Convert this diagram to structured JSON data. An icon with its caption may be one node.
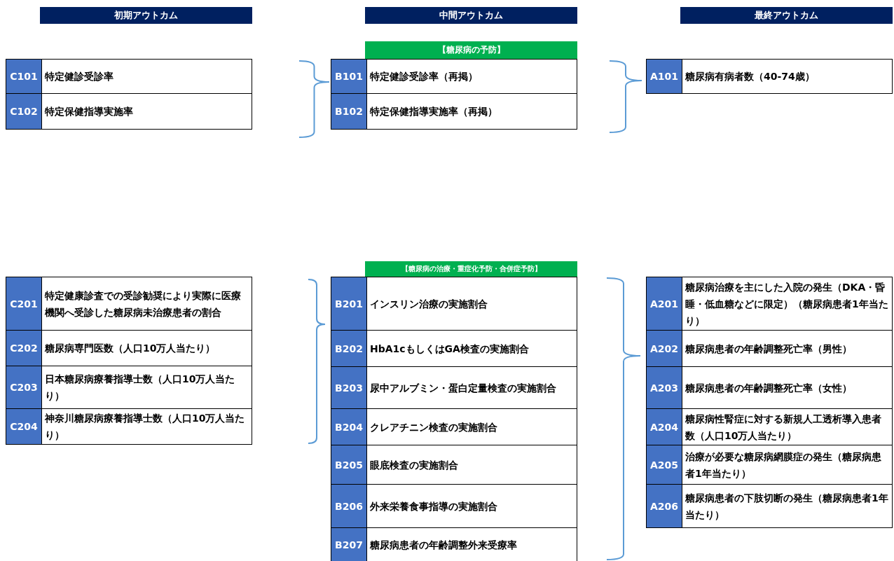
{
  "diagram": {
    "nodes": [
      {
        "text": [
          "初期アウトカム"
        ]
      },
      {
        "text": [
          "中間アウトカム"
        ]
      },
      {
        "text": [
          "最終アウトカム"
        ]
      },
      {
        "text": [
          "【糖尿病の予防】"
        ]
      },
      {
        "text": [
          "C101",
          "特定健診受診率"
        ]
      },
      {
        "text": [
          "B101",
          "特定健診受診率（再掲）"
        ]
      },
      {
        "text": [
          "A101",
          "糖尿病有病者数（40-74歳）"
        ]
      },
      {
        "text": [
          "C102",
          "特定保健指導実施率"
        ]
      },
      {
        "text": [
          "B102",
          "特定保健指導実施率（再掲）"
        ]
      },
      {
        "text": [
          "【糖尿病の治療・重症化予防・合併症予防】"
        ]
      },
      {
        "text": [
          "C201",
          "特定健康診査での受診勧奨により実際に医療機関へ受診した糖尿病未治療患者の割合"
        ]
      },
      {
        "text": [
          "C202",
          "糖尿病専門医数（人口10万人当たり）"
        ]
      },
      {
        "text": [
          "C203",
          "日本糖尿病療養指導士数（人口10万人当たり）"
        ]
      },
      {
        "text": [
          "C204",
          "神奈川糖尿病療養指導士数（人口10万人当たり）"
        ]
      },
      {
        "text": [
          "B201",
          "インスリン治療の実施割合"
        ]
      },
      {
        "text": [
          "B202",
          "HbA1cもしくはGA検査の実施割合"
        ]
      },
      {
        "text": [
          "B203",
          "尿中アルブミン・蛋白定量検査の実施割合"
        ]
      },
      {
        "text": [
          "B204",
          "クレアチニン検査の実施割合"
        ]
      },
      {
        "text": [
          "B205",
          "眼底検査の実施割合"
        ]
      },
      {
        "text": [
          "B206",
          "外来栄養食事指導の実施割合"
        ]
      },
      {
        "text": [
          "B207",
          "糖尿病患者の年齢調整外来受療率"
        ]
      },
      {
        "text": [
          "A201",
          "糖尿病治療を主にした入院の発生（DKA・昏睡・低血糖などに限定）（糖尿病患者1年当たり）"
        ]
      },
      {
        "text": [
          "A202",
          "糖尿病患者の年齢調整死亡率（男性）"
        ]
      },
      {
        "text": [
          "A203",
          "糖尿病患者の年齢調整死亡率（女性）"
        ]
      },
      {
        "text": [
          "A204",
          "糖尿病性腎症に対する新規人工透析導入患者数（人口10万人当たり）"
        ]
      },
      {
        "text": [
          "A205",
          "治療が必要な糖尿病網膜症の発生（糖尿病患者1年当たり）"
        ]
      },
      {
        "text": [
          "A206",
          "糖尿病患者の下肢切断の発生（糖尿病患者1年当たり）"
        ]
      }
    ]
  }
}
